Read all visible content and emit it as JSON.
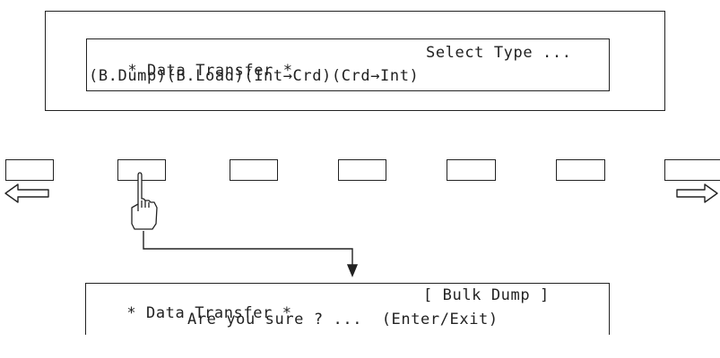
{
  "top_display": {
    "line1_left": "* Data Transfer *",
    "line1_right": "Select Type ...",
    "line2": "(B.Dump)(B.Load)(Int→Crd)(Crd→Int)"
  },
  "soft_keys": [
    "",
    "",
    "",
    "",
    "",
    "",
    ""
  ],
  "bottom_display": {
    "line1_left": "* Data Transfer *",
    "line1_right": "[ Bulk Dump ]",
    "line2": "Are you sure ? ...  (Enter/Exit)"
  },
  "icons": [
    "page-left-arrow-icon",
    "page-right-arrow-icon",
    "pressing-hand-icon",
    "flow-arrow-icon"
  ]
}
